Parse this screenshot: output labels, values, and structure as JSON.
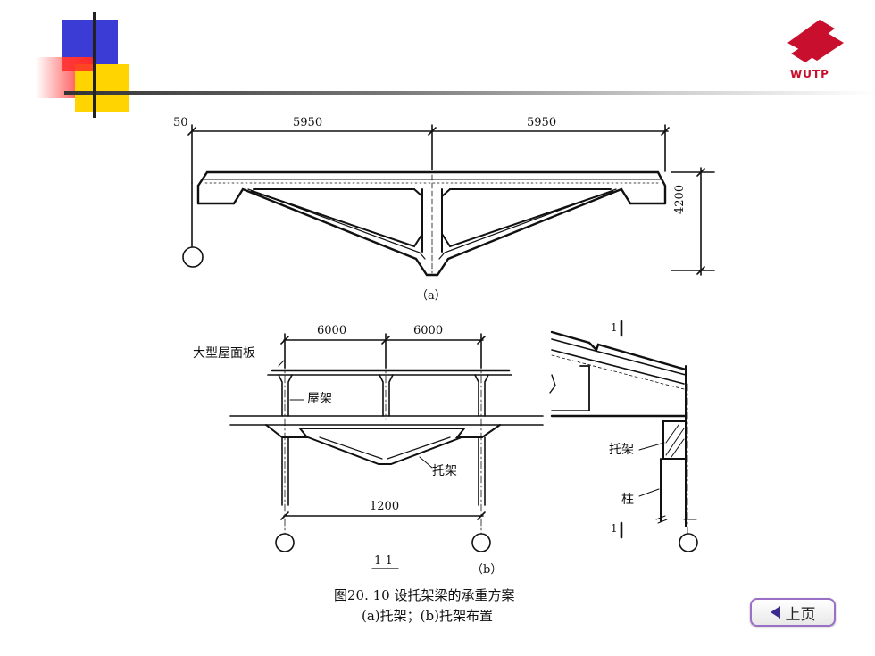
{
  "header": {
    "logo_text": "WUTP",
    "colors": {
      "blue": "#3b3bd6",
      "red": "#ff2a2a",
      "yellow": "#ffd400",
      "logo_red": "#c8102e"
    }
  },
  "figure_a": {
    "dim_offset": "50",
    "dim_left": "5950",
    "dim_right": "5950",
    "dim_height": "4200",
    "label": "（a）"
  },
  "figure_b": {
    "dim_span1": "6000",
    "dim_span2": "6000",
    "dim_total": "1200",
    "label_roof_panel": "大型屋面板",
    "label_roof_truss": "屋架",
    "label_support_truss": "托架",
    "section_label": "1-1",
    "label": "（b）",
    "detail_section_mark_top": "1",
    "detail_section_mark_bottom": "1",
    "detail_support_truss": "托架",
    "detail_column": "柱"
  },
  "caption": {
    "line1": "图20. 10  设托架梁的承重方案",
    "line2": "(a)托架；(b)托架布置"
  },
  "nav": {
    "prev_label": "上页"
  }
}
